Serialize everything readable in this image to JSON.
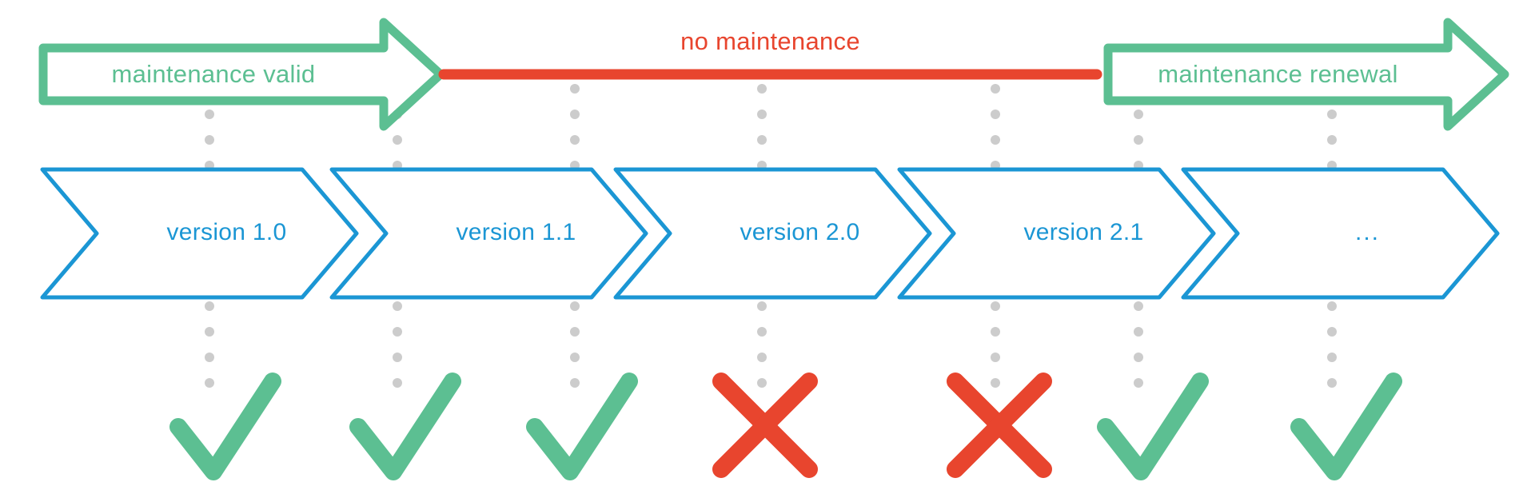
{
  "diagram": {
    "title": "software maintenance lifecycle timeline",
    "colors": {
      "green": "#5cbf92",
      "red": "#e8452e",
      "blue": "#1b96d4",
      "dot_gray": "#cccccc",
      "background": "#ffffff"
    }
  },
  "timeline_bands": [
    {
      "id": "maintenance-valid",
      "label": "maintenance valid",
      "style": "arrow-outline",
      "color": "#5cbf92",
      "label_position": "inside"
    },
    {
      "id": "no-maintenance",
      "label": "no maintenance",
      "style": "thick-line",
      "color": "#e8452e",
      "label_position": "above"
    },
    {
      "id": "maintenance-renewal",
      "label": "maintenance renewal",
      "style": "arrow-outline",
      "color": "#5cbf92",
      "label_position": "inside"
    }
  ],
  "versions": [
    {
      "id": "version-1-0",
      "label": "version 1.0"
    },
    {
      "id": "version-1-1",
      "label": "version 1.1"
    },
    {
      "id": "version-2-0",
      "label": "version 2.0"
    },
    {
      "id": "version-2-1",
      "label": "version 2.1"
    },
    {
      "id": "version-more",
      "label": "..."
    }
  ],
  "status_marks": [
    {
      "id": "mark-1",
      "type": "check",
      "symbol": "✓",
      "color": "#5cbf92",
      "meaning": "supported"
    },
    {
      "id": "mark-2",
      "type": "check",
      "symbol": "✓",
      "color": "#5cbf92",
      "meaning": "supported"
    },
    {
      "id": "mark-3",
      "type": "check",
      "symbol": "✓",
      "color": "#5cbf92",
      "meaning": "supported"
    },
    {
      "id": "mark-4",
      "type": "cross",
      "symbol": "✕",
      "color": "#e8452e",
      "meaning": "not supported"
    },
    {
      "id": "mark-5",
      "type": "cross",
      "symbol": "✕",
      "color": "#e8452e",
      "meaning": "not supported"
    },
    {
      "id": "mark-6",
      "type": "check",
      "symbol": "✓",
      "color": "#5cbf92",
      "meaning": "supported"
    },
    {
      "id": "mark-7",
      "type": "check",
      "symbol": "✓",
      "color": "#5cbf92",
      "meaning": "supported"
    }
  ],
  "dotted_connectors": {
    "count": 7,
    "color": "#cccccc",
    "description": "vertical dotted guide lines linking bands, versions and status marks"
  }
}
